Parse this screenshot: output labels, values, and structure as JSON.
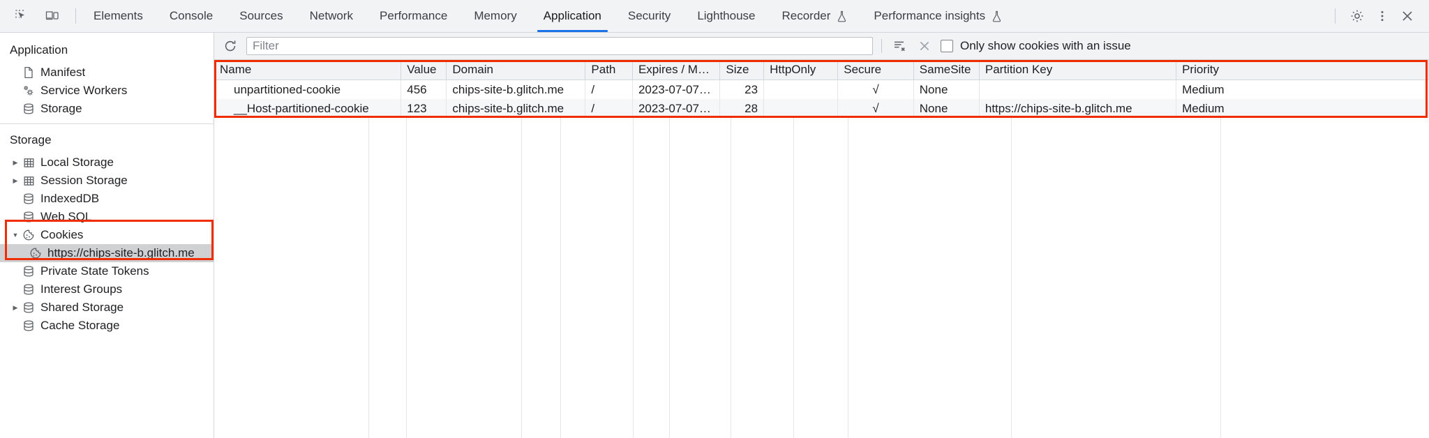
{
  "tabbar": {
    "inspect_icon": "inspect-element-icon",
    "device_icon": "device-toolbar-icon",
    "tabs": [
      {
        "label": "Elements",
        "active": false,
        "experimental": false
      },
      {
        "label": "Console",
        "active": false,
        "experimental": false
      },
      {
        "label": "Sources",
        "active": false,
        "experimental": false
      },
      {
        "label": "Network",
        "active": false,
        "experimental": false
      },
      {
        "label": "Performance",
        "active": false,
        "experimental": false
      },
      {
        "label": "Memory",
        "active": false,
        "experimental": false
      },
      {
        "label": "Application",
        "active": true,
        "experimental": false
      },
      {
        "label": "Security",
        "active": false,
        "experimental": false
      },
      {
        "label": "Lighthouse",
        "active": false,
        "experimental": false
      },
      {
        "label": "Recorder",
        "active": false,
        "experimental": true
      },
      {
        "label": "Performance insights",
        "active": false,
        "experimental": true
      }
    ],
    "settings_icon": "gear-icon",
    "more_icon": "kebab-menu-icon",
    "close_icon": "close-icon",
    "active_underline_color": "#1a73e8"
  },
  "sidebar": {
    "application": {
      "title": "Application",
      "items": [
        {
          "label": "Manifest",
          "icon": "document-icon",
          "expandable": false,
          "selected": false
        },
        {
          "label": "Service Workers",
          "icon": "gears-icon",
          "expandable": false,
          "selected": false
        },
        {
          "label": "Storage",
          "icon": "database-icon",
          "expandable": false,
          "selected": false
        }
      ]
    },
    "storage": {
      "title": "Storage",
      "items": [
        {
          "label": "Local Storage",
          "icon": "table-icon",
          "expandable": true,
          "expanded": false,
          "selected": false,
          "indent": 1
        },
        {
          "label": "Session Storage",
          "icon": "table-icon",
          "expandable": true,
          "expanded": false,
          "selected": false,
          "indent": 1
        },
        {
          "label": "IndexedDB",
          "icon": "database-icon",
          "expandable": false,
          "expanded": false,
          "selected": false,
          "indent": 1
        },
        {
          "label": "Web SQL",
          "icon": "database-icon",
          "expandable": false,
          "expanded": false,
          "selected": false,
          "indent": 1
        },
        {
          "label": "Cookies",
          "icon": "cookie-icon",
          "expandable": true,
          "expanded": true,
          "selected": false,
          "indent": 1
        },
        {
          "label": "https://chips-site-b.glitch.me",
          "icon": "cookie-icon",
          "expandable": false,
          "expanded": false,
          "selected": true,
          "indent": 2
        },
        {
          "label": "Private State Tokens",
          "icon": "database-icon",
          "expandable": false,
          "expanded": false,
          "selected": false,
          "indent": 1
        },
        {
          "label": "Interest Groups",
          "icon": "database-icon",
          "expandable": false,
          "expanded": false,
          "selected": false,
          "indent": 1
        },
        {
          "label": "Shared Storage",
          "icon": "database-icon",
          "expandable": true,
          "expanded": false,
          "selected": false,
          "indent": 1
        },
        {
          "label": "Cache Storage",
          "icon": "database-icon",
          "expandable": false,
          "expanded": false,
          "selected": false,
          "indent": 1
        }
      ]
    },
    "highlight_color": "#f02d00"
  },
  "toolbar": {
    "refresh_icon": "refresh-icon",
    "filter_placeholder": "Filter",
    "filter_value": "",
    "clear_filters_icon": "clear-filters-icon",
    "clear_icon": "clear-all-icon",
    "issue_checkbox_label": "Only show cookies with an issue",
    "issue_checkbox_checked": false
  },
  "cookie_table": {
    "highlight_color": "#f02d00",
    "columns": [
      "Name",
      "Value",
      "Domain",
      "Path",
      "Expires / M…",
      "Size",
      "HttpOnly",
      "Secure",
      "SameSite",
      "Partition Key",
      "Priority"
    ],
    "rows": [
      {
        "name": "unpartitioned-cookie",
        "value": "456",
        "domain": "chips-site-b.glitch.me",
        "path": "/",
        "expires": "2023-07-07…",
        "size": "23",
        "httponly": "",
        "secure": "√",
        "samesite": "None",
        "partition_key": "",
        "priority": "Medium"
      },
      {
        "name": "__Host-partitioned-cookie",
        "value": "123",
        "domain": "chips-site-b.glitch.me",
        "path": "/",
        "expires": "2023-07-07…",
        "size": "28",
        "httponly": "",
        "secure": "√",
        "samesite": "None",
        "partition_key": "https://chips-site-b.glitch.me",
        "priority": "Medium"
      }
    ]
  }
}
